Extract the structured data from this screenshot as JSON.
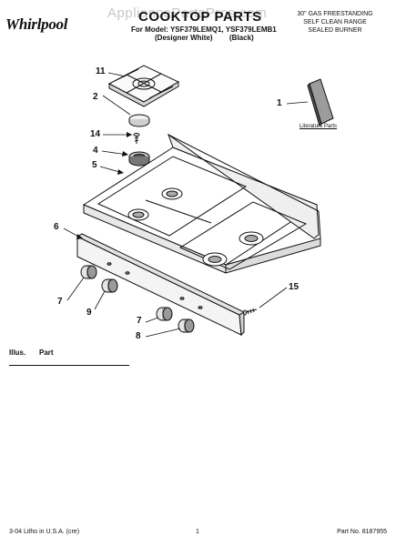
{
  "header": {
    "brand": "Whirlpool",
    "watermark": "AppliancePartsPros.com",
    "title": "COOKTOP PARTS",
    "model_line": "For Model: YSF379LEMQ1, YSF379LEMB1",
    "variant_white": "(Designer White)",
    "variant_black": "(Black)",
    "range_type": [
      "30\" GAS FREESTANDING",
      "SELF CLEAN RANGE",
      "SEALED BURNER"
    ]
  },
  "diagram": {
    "callouts": [
      "11",
      "2",
      "14",
      "4",
      "5",
      "6",
      "7",
      "9",
      "7",
      "8",
      "15",
      "1"
    ],
    "literature_label": "Literature Parts"
  },
  "parts_table": {
    "columns": [
      "Illus.",
      "Part"
    ]
  },
  "footer": {
    "litho": "3-04 Litho in U.S.A. (cre)",
    "page": "1",
    "part_no": "Part No. 8187955"
  }
}
